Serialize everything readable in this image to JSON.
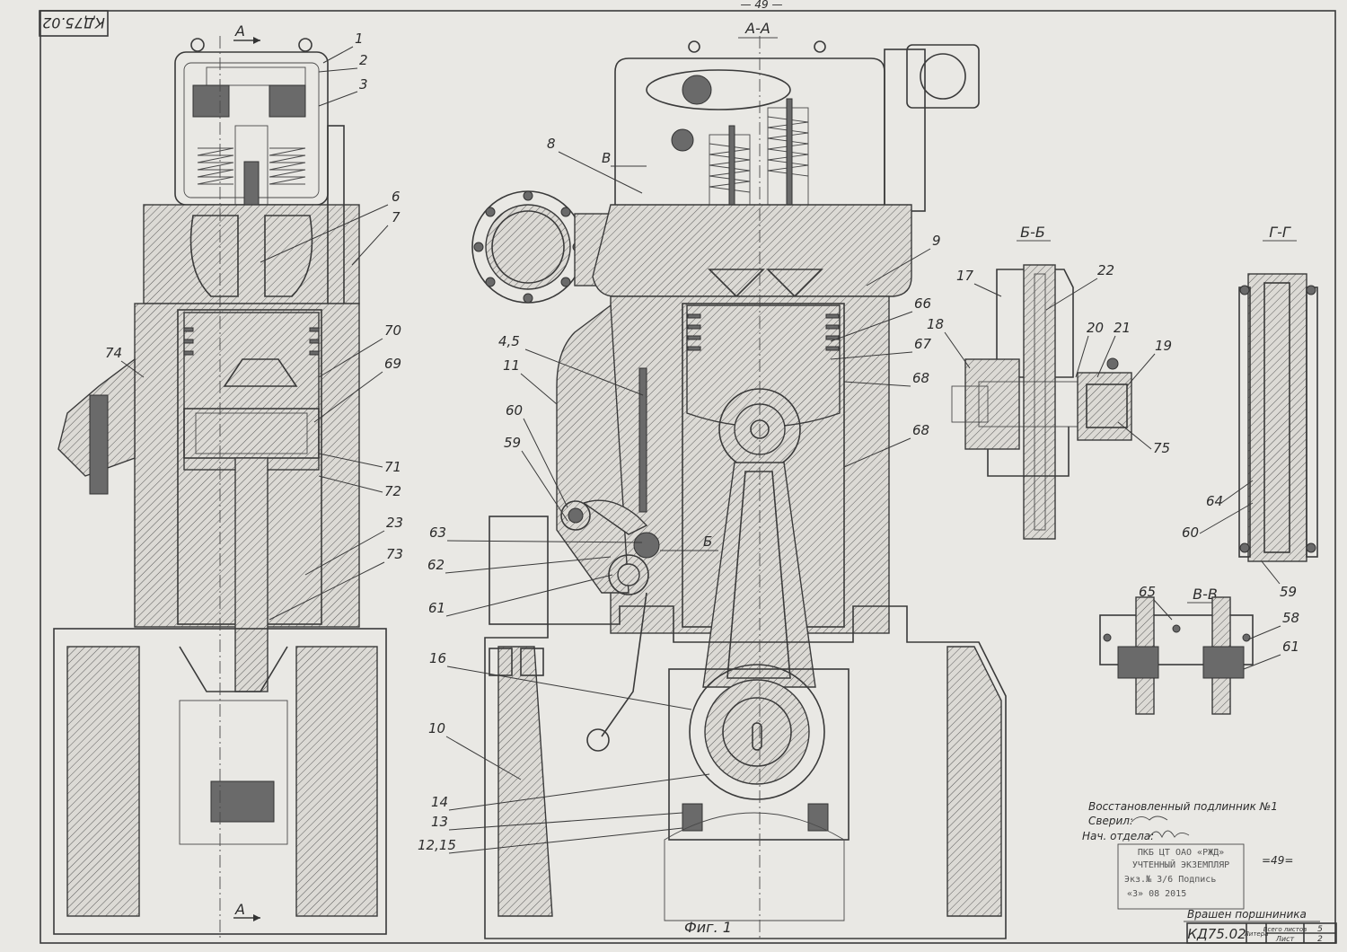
{
  "page_number": "— 49 —",
  "drawing_code": "КД75.02",
  "section_titles": {
    "aa": "А-А",
    "bb": "Б-Б",
    "gg": "Г-Г",
    "vv": "В-В",
    "cut_a_top": "А",
    "cut_a_bottom": "А",
    "cut_b": "Б",
    "cut_v": "В"
  },
  "figure_caption": "Фиг. 1",
  "callouts": {
    "c1": "1",
    "c2": "2",
    "c3": "3",
    "c6": "6",
    "c7": "7",
    "c74": "74",
    "c70": "70",
    "c69": "69",
    "c71": "71",
    "c72": "72",
    "c23": "23",
    "c73": "73",
    "c8": "8",
    "c45": "4,5",
    "c11": "11",
    "c60": "60",
    "c59": "59",
    "c63": "63",
    "c62": "62",
    "c61": "61",
    "c16": "16",
    "c10": "10",
    "c14": "14",
    "c13": "13",
    "c1215": "12,15",
    "c9": "9",
    "c66": "66",
    "c67": "67",
    "c68a": "68",
    "c68b": "68",
    "c17": "17",
    "c22": "22",
    "c18": "18",
    "c20": "20",
    "c21": "21",
    "c19": "19",
    "c75": "75",
    "c64": "64",
    "c60b": "60",
    "c59b": "59",
    "c65": "65",
    "c58": "58",
    "c61b": "61"
  },
  "restoration_note": {
    "line1": "Восстановленный подлинник №1",
    "line2_label": "Сверил:",
    "line3_label": "Нач. отдела:"
  },
  "stamp": {
    "line1": "ПКБ ЦТ ОАО «РЖД»",
    "line2": "УЧТЕННЫЙ ЭКЗЕМПЛЯР",
    "line3": "Экз.№ 3/6  Подпись",
    "line4": "«3» 08 2015",
    "page_mark": "=49="
  },
  "handwritten_note": "Врашен поршниника",
  "title_block": {
    "code": "КД75.02",
    "col_litera": "Литера",
    "col_total_sheets": "Всего листов",
    "total_sheets": "5",
    "col_sheet": "Лист",
    "sheet": "2"
  }
}
